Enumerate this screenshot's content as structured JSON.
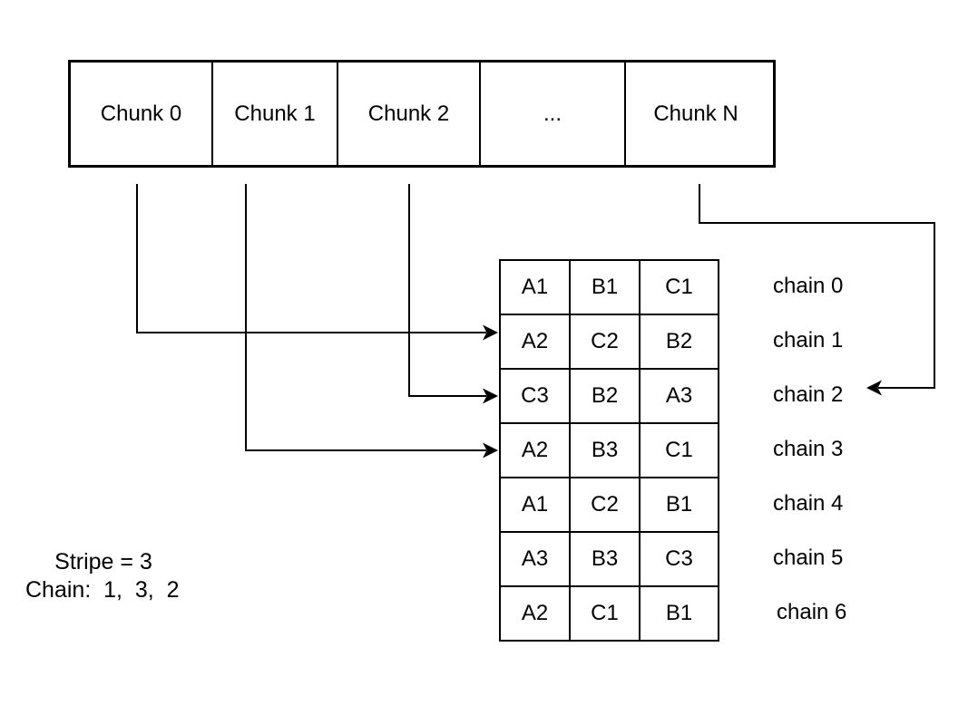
{
  "chunks": {
    "labels": [
      "Chunk 0",
      "Chunk 1",
      "Chunk 2",
      "...",
      "Chunk N"
    ]
  },
  "stripe_table": {
    "rows": [
      [
        "A1",
        "B1",
        "C1"
      ],
      [
        "A2",
        "C2",
        "B2"
      ],
      [
        "C3",
        "B2",
        "A3"
      ],
      [
        "A2",
        "B3",
        "C1"
      ],
      [
        "A1",
        "C2",
        "B1"
      ],
      [
        "A3",
        "B3",
        "C3"
      ],
      [
        "A2",
        "C1",
        "B1"
      ]
    ]
  },
  "chain_labels": [
    "chain 0",
    "chain 1",
    "chain 2",
    "chain 3",
    "chain 4",
    "chain 5",
    "chain 6"
  ],
  "connections": [
    {
      "from": "Chunk 0",
      "to": "chain 1"
    },
    {
      "from": "Chunk 1",
      "to": "chain 3"
    },
    {
      "from": "Chunk 2",
      "to": "chain 2"
    },
    {
      "from": "Chunk N",
      "to": "chain 2"
    }
  ],
  "annotations": {
    "stripe": "Stripe = 3",
    "chain": "Chain:  1,  3,  2"
  },
  "colors": {
    "line": "#000000",
    "text": "#000000",
    "background": "#ffffff"
  }
}
